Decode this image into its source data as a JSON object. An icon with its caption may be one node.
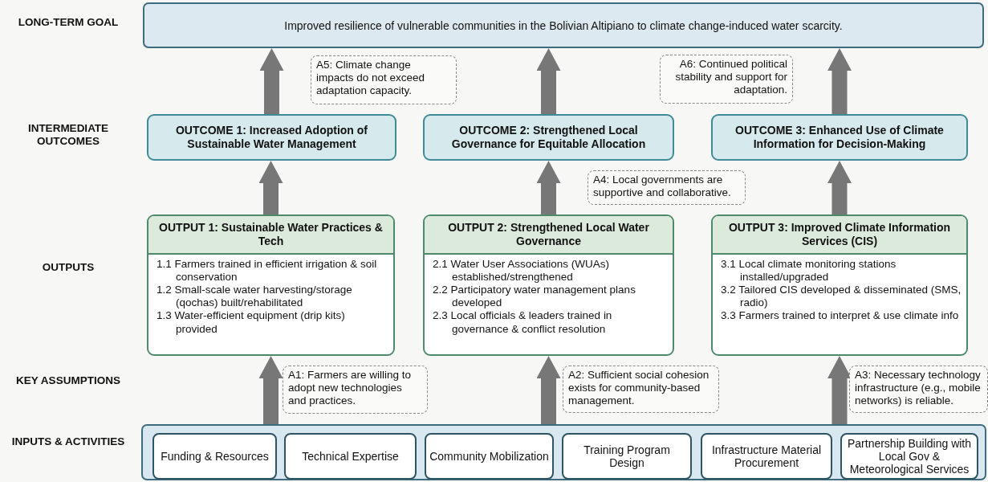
{
  "diagram": {
    "nodes": [
      {
        "text": [
          "Improved resilience of vulnerable communities in the Bolivian Altipiano to climate change-induced water scarcity."
        ]
      },
      {
        "text": [
          "OUTCOME 1: Increased Adoption of Sustainable Water Management"
        ]
      },
      {
        "text": [
          "OUTCOME 2: Strengthened Local Governance for Equitable Allocation"
        ]
      },
      {
        "text": [
          "OUTCOME 3: Enhanced Use of Climate Information for Decision-Making"
        ]
      },
      {
        "text": [
          "OUTPUT 1: Sustainable Water Practices & Tech",
          "1.1 Farmers trained in efficient irrigation & soil conservation",
          "1.2 Small-scale water harvesting/storage (qochas) built/rehabilitated",
          "1.3 Water-efficient equipment (drip kits) provided"
        ]
      },
      {
        "text": [
          "OUTPUT 2: Strengthened Local Water Governance",
          "2.1 Water User Associations (WUAs) established/strengthened",
          "2.2 Participatory water management plans developed",
          "2.3 Local officials & leaders trained in governance & conflict resolution"
        ]
      },
      {
        "text": [
          "OUTPUT 3: Improved Climate Information Services (CIS)",
          "3.1 Local climate monitoring stations installed/upgraded",
          "3.2 Tailored CIS developed & disseminated (SMS, radio)",
          "3.3 Farmers trained to interpret & use climate info"
        ]
      },
      {
        "text": [],
        "shape": "box"
      },
      {
        "text": [
          "Funding & Resources"
        ],
        "in": 7
      },
      {
        "text": [
          "Technical Expertise"
        ],
        "in": 7
      },
      {
        "text": [
          "Community Mobilization"
        ],
        "in": 7
      },
      {
        "text": [
          "Training Program Design"
        ],
        "in": 7
      },
      {
        "text": [
          "Infrastructure Material Procurement"
        ],
        "in": 7
      },
      {
        "text": [
          "Partnership Building with Local Gov & Meteorological Services"
        ],
        "in": 7
      },
      {
        "text": [
          "A5: Climate change impacts do not exceed adaptation capacity."
        ]
      },
      {
        "text": [
          "A6: Continued political stability and support for adaptation."
        ]
      },
      {
        "text": [
          "A4: Local governments are supportive and collaborative."
        ]
      },
      {
        "text": [
          "A1: Farmers are willing to adopt new technologies and practices."
        ]
      },
      {
        "text": [
          "A2: Sufficient social cohesion exists for community-based management."
        ]
      },
      {
        "text": [
          "A3: Necessary technology infrastructure (e.g., mobile networks) is reliable."
        ]
      }
    ],
    "edges": [
      {
        "from": 7,
        "to": 4,
        "arrow": "to"
      },
      {
        "from": 7,
        "to": 5,
        "arrow": "to"
      },
      {
        "from": 7,
        "to": 6,
        "arrow": "to"
      },
      {
        "from": 4,
        "to": 1,
        "arrow": "to"
      },
      {
        "from": 5,
        "to": 2,
        "arrow": "to"
      },
      {
        "from": 6,
        "to": 3,
        "arrow": "to"
      },
      {
        "from": 1,
        "to": 0,
        "arrow": "to"
      },
      {
        "from": 2,
        "to": 0,
        "arrow": "to"
      },
      {
        "from": 3,
        "to": 0,
        "arrow": "to"
      }
    ],
    "labels": [
      "LONG-TERM GOAL",
      "INTERMEDIATE OUTCOMES",
      "OUTPUTS",
      "KEY ASSUMPTIONS",
      "INPUTS & ACTIVITIES"
    ]
  }
}
